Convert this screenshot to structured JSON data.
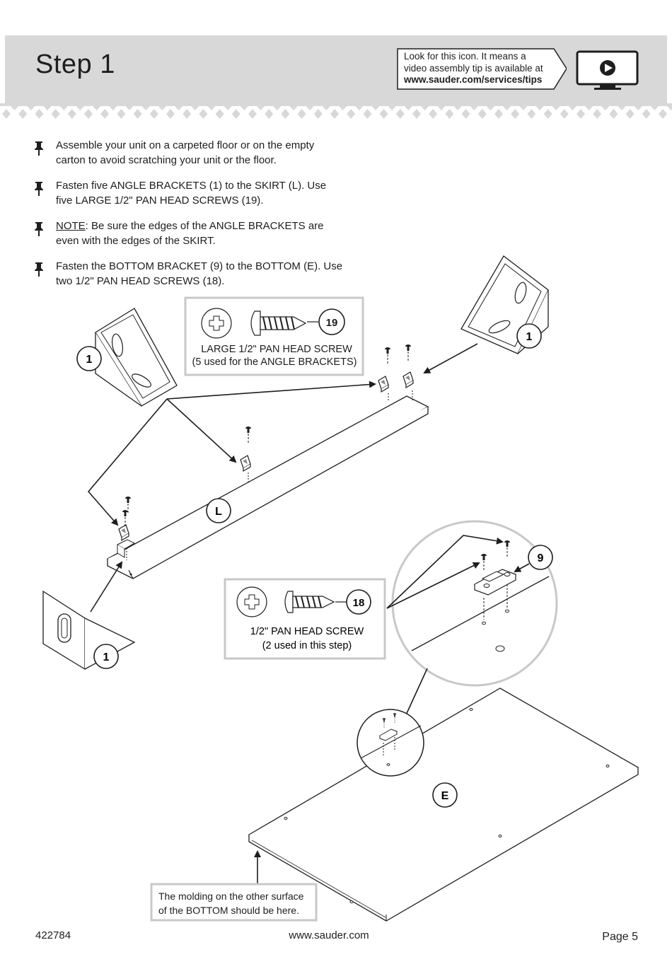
{
  "header": {
    "step_title": "Step 1",
    "tip_line1": "Look for this icon. It means a",
    "tip_line2": "video assembly tip is available at",
    "tip_url": "www.sauder.com/services/tips"
  },
  "instructions": [
    {
      "text": "Assemble your unit on a carpeted floor or on the empty carton to avoid scratching your unit or the floor."
    },
    {
      "text": "Fasten five ANGLE BRACKETS (1) to the SKIRT (L). Use five LARGE 1/2\" PAN HEAD SCREWS (19)."
    },
    {
      "note_label": "NOTE",
      "text": ": Be sure the edges of the ANGLE BRACKETS are even with the edges of the SKIRT."
    },
    {
      "text": "Fasten the BOTTOM BRACKET (9) to the BOTTOM (E). Use two 1/2\" PAN HEAD SCREWS (18)."
    }
  ],
  "callouts": {
    "screw19": {
      "number": "19",
      "line1": "LARGE 1/2\" PAN HEAD SCREW",
      "line2": "(5 used for the ANGLE BRACKETS)"
    },
    "screw18": {
      "number": "18",
      "line1": "1/2\" PAN HEAD SCREW",
      "line2": "(2 used in this step)"
    },
    "molding_note_line1": "The molding on the other surface",
    "molding_note_line2": "of the BOTTOM should be here."
  },
  "part_labels": {
    "angle_bracket": "1",
    "skirt": "L",
    "bottom_bracket": "9",
    "bottom": "E"
  },
  "footer": {
    "part_number": "422784",
    "website": "www.sauder.com",
    "page": "Page 5"
  },
  "colors": {
    "header_bg": "#d8d8d8",
    "line": "#1e1e1e",
    "callout_border": "#c8c8c8"
  }
}
